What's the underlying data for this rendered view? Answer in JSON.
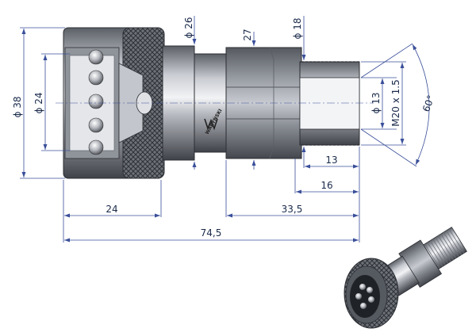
{
  "brand": {
    "logo_text": "WARYŃSKI"
  },
  "dimensions": {
    "d_outer": "ϕ 38",
    "d_inner": "ϕ 24",
    "d_neck": "ϕ 26",
    "hex": "27",
    "d_18": "ϕ 18",
    "d_13": "ϕ 13",
    "thread": "M20 x 1.5",
    "angle": "60°",
    "len_13": "13",
    "len_16": "16",
    "len_24": "24",
    "len_33_5": "33,5",
    "len_total": "74,5"
  },
  "colors": {
    "dimension": "#3a4f9a",
    "text": "#1a2a4a",
    "metal_dark": "#4a4e55",
    "metal_light": "#d9dbe0"
  }
}
